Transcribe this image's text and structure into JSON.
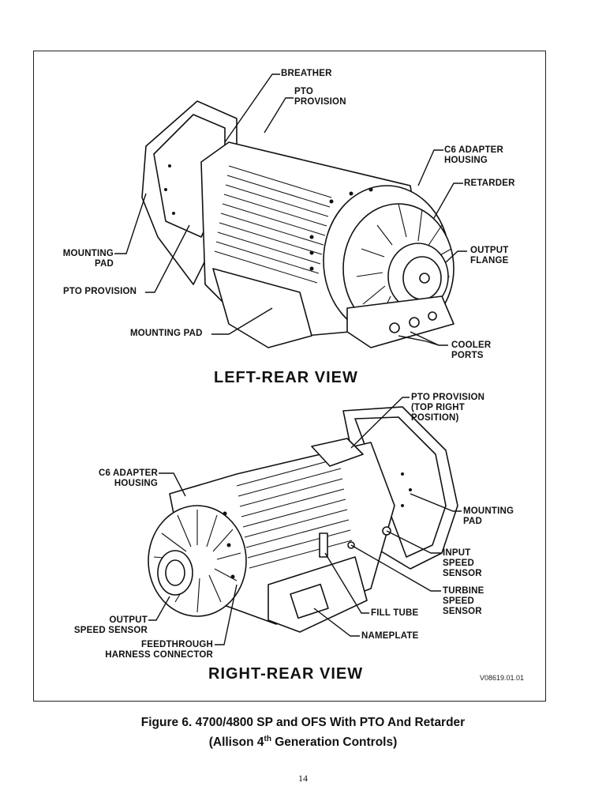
{
  "figure": {
    "top_view": {
      "title": "LEFT-REAR VIEW",
      "labels": {
        "breather": "BREATHER",
        "pto_provision_1": "PTO",
        "pto_provision_2": "PROVISION",
        "c6_adapter_1": "C6 ADAPTER",
        "c6_adapter_2": "HOUSING",
        "retarder": "RETARDER",
        "output_flange_1": "OUTPUT",
        "output_flange_2": "FLANGE",
        "mounting_pad_1": "MOUNTING",
        "mounting_pad_2": "PAD",
        "pto_provision_left": "PTO PROVISION",
        "mounting_pad_bottom": "MOUNTING PAD",
        "cooler_ports_1": "COOLER",
        "cooler_ports_2": "PORTS"
      }
    },
    "bottom_view": {
      "title": "RIGHT-REAR VIEW",
      "labels": {
        "pto_top_1": "PTO PROVISION",
        "pto_top_2": "(TOP RIGHT",
        "pto_top_3": "POSITION)",
        "c6_adapter_1": "C6 ADAPTER",
        "c6_adapter_2": "HOUSING",
        "mounting_pad_1": "MOUNTING",
        "mounting_pad_2": "PAD",
        "input_speed_1": "INPUT",
        "input_speed_2": "SPEED",
        "input_speed_3": "SENSOR",
        "turbine_speed_1": "TURBINE",
        "turbine_speed_2": "SPEED",
        "turbine_speed_3": "SENSOR",
        "fill_tube": "FILL TUBE",
        "nameplate": "NAMEPLATE",
        "output_speed_1": "OUTPUT",
        "output_speed_2": "SPEED SENSOR",
        "feedthrough_1": "FEEDTHROUGH",
        "feedthrough_2": "HARNESS CONNECTOR"
      }
    },
    "drawing_code": "V08619.01.01"
  },
  "caption": {
    "line1": "Figure 6. 4700/4800 SP and OFS With PTO And Retarder",
    "line2_prefix": "(Allison 4",
    "line2_sup": "th",
    "line2_suffix": " Generation Controls)"
  },
  "page_number": "14"
}
